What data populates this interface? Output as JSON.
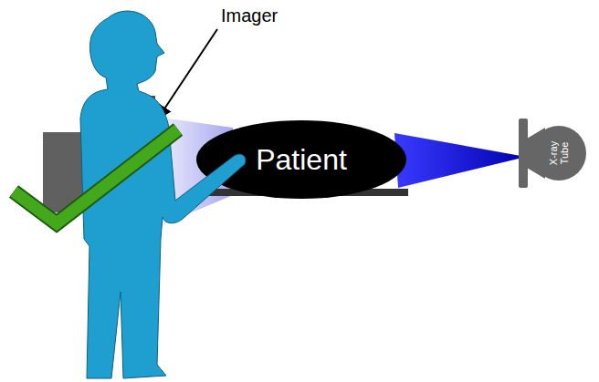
{
  "diagram": {
    "nodes": [
      {
        "text": [
          "Patient"
        ]
      },
      {
        "text": [
          "X-ray Tube"
        ]
      }
    ],
    "labels": [
      "Imager"
    ]
  }
}
